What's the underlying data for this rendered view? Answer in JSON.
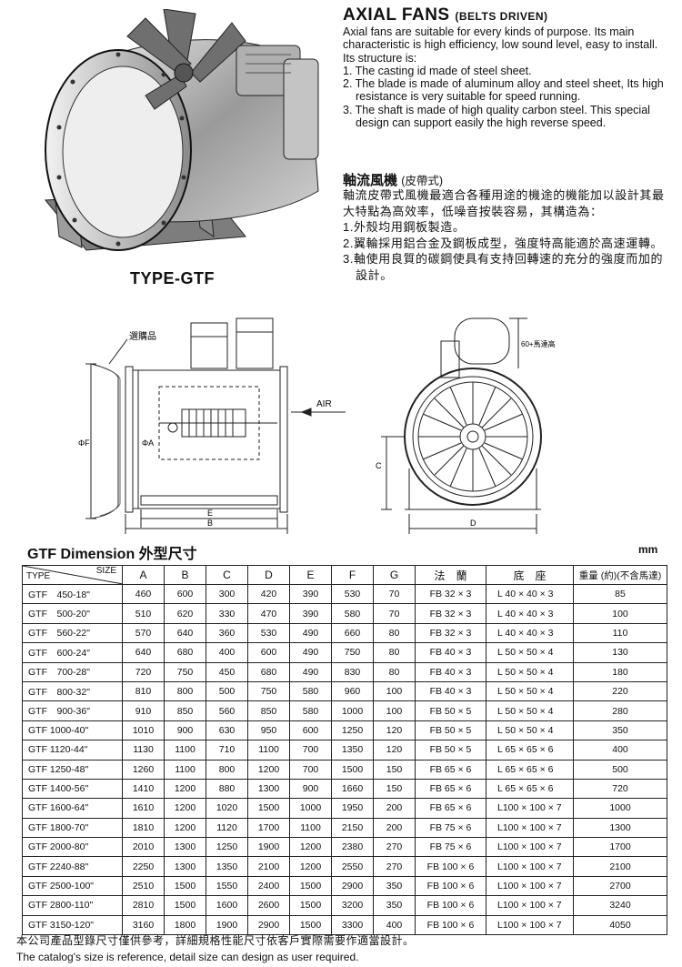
{
  "header": {
    "title": "AXIAL FANS",
    "subtitle": "(BELTS DRIVEN)",
    "intro": "Axial fans are suitable for every kinds of purpose. Its main characteristic is high efficiency, low sound level, easy to install. Its structure is:",
    "points": [
      "1. The casting id made of steel sheet.",
      "2. The blade is made of aluminum alloy and steel sheet, Its high resistance is very suitable for speed running.",
      "3. The shaft is made of high quality carbon steel. This special design can support easily the high reverse speed."
    ]
  },
  "header_zh": {
    "title": "軸流風機",
    "subtitle": "(皮帶式)",
    "intro": "軸流皮帶式風機最適合各種用途的機途的機能加以設計其最大特點為高效率，低噪音按裝容易，其構造為：",
    "points": [
      "1.外殼均用鋼板製造。",
      "2.翼輪採用鋁合金及鋼板成型，強度特高能適於高速運轉。",
      "3.軸使用良質的碳鋼使具有支持回轉速的充分的強度而加的設計。"
    ]
  },
  "photo": {
    "type_label": "TYPE-GTF"
  },
  "drawing": {
    "inlet_label": "選購品",
    "air_label": "AIR",
    "motor_note": "60+馬達高",
    "dim_f": "ΦF",
    "dim_a": "ΦA",
    "dim_e": "E",
    "dim_b": "B",
    "dim_c": "C",
    "dim_d": "D"
  },
  "table": {
    "title": "GTF Dimension 外型尺寸",
    "unit": "mm",
    "corner_type": "TYPE",
    "corner_size": "SIZE",
    "headers": [
      "A",
      "B",
      "C",
      "D",
      "E",
      "F",
      "G",
      "法　蘭",
      "底　座",
      "重量 (約)(不含馬達)"
    ],
    "rows": [
      [
        "GTF　450-18\"",
        "460",
        "600",
        "300",
        "420",
        "390",
        "530",
        "70",
        "FB 32 × 3",
        "L 40 × 40 × 3",
        "85"
      ],
      [
        "GTF　500-20\"",
        "510",
        "620",
        "330",
        "470",
        "390",
        "580",
        "70",
        "FB 32 × 3",
        "L 40 × 40 × 3",
        "100"
      ],
      [
        "GTF　560-22\"",
        "570",
        "640",
        "360",
        "530",
        "490",
        "660",
        "80",
        "FB 32 × 3",
        "L 40 × 40 × 3",
        "110"
      ],
      [
        "GTF　600-24\"",
        "640",
        "680",
        "400",
        "600",
        "490",
        "750",
        "80",
        "FB 40 × 3",
        "L 50 × 50 × 4",
        "130"
      ],
      [
        "GTF　700-28\"",
        "720",
        "750",
        "450",
        "680",
        "490",
        "830",
        "80",
        "FB 40 × 3",
        "L 50 × 50 × 4",
        "180"
      ],
      [
        "GTF　800-32\"",
        "810",
        "800",
        "500",
        "750",
        "580",
        "960",
        "100",
        "FB 40 × 3",
        "L 50 × 50 × 4",
        "220"
      ],
      [
        "GTF　900-36\"",
        "910",
        "850",
        "560",
        "850",
        "580",
        "1000",
        "100",
        "FB 50 × 5",
        "L 50 × 50 × 4",
        "280"
      ],
      [
        "GTF 1000-40\"",
        "1010",
        "900",
        "630",
        "950",
        "600",
        "1250",
        "120",
        "FB 50 × 5",
        "L 50 × 50 × 4",
        "350"
      ],
      [
        "GTF 1120-44\"",
        "1130",
        "1100",
        "710",
        "1100",
        "700",
        "1350",
        "120",
        "FB 50 × 5",
        "L 65 × 65 × 6",
        "400"
      ],
      [
        "GTF 1250-48\"",
        "1260",
        "1100",
        "800",
        "1200",
        "700",
        "1500",
        "150",
        "FB 65 × 6",
        "L 65 × 65 × 6",
        "500"
      ],
      [
        "GTF 1400-56\"",
        "1410",
        "1200",
        "880",
        "1300",
        "900",
        "1660",
        "150",
        "FB 65 × 6",
        "L 65 × 65 × 6",
        "720"
      ],
      [
        "GTF 1600-64\"",
        "1610",
        "1200",
        "1020",
        "1500",
        "1000",
        "1950",
        "200",
        "FB 65 × 6",
        "L100 × 100 × 7",
        "1000"
      ],
      [
        "GTF 1800-70\"",
        "1810",
        "1200",
        "1120",
        "1700",
        "1100",
        "2150",
        "200",
        "FB 75 × 6",
        "L100 × 100 × 7",
        "1300"
      ],
      [
        "GTF 2000-80\"",
        "2010",
        "1300",
        "1250",
        "1900",
        "1200",
        "2380",
        "270",
        "FB 75 × 6",
        "L100 × 100 × 7",
        "1700"
      ],
      [
        "GTF 2240-88\"",
        "2250",
        "1300",
        "1350",
        "2100",
        "1200",
        "2550",
        "270",
        "FB 100 × 6",
        "L100 × 100 × 7",
        "2100"
      ],
      [
        "GTF 2500-100\"",
        "2510",
        "1500",
        "1550",
        "2400",
        "1500",
        "2900",
        "350",
        "FB 100 × 6",
        "L100 × 100 × 7",
        "2700"
      ],
      [
        "GTF 2800-110\"",
        "2810",
        "1500",
        "1600",
        "2600",
        "1500",
        "3200",
        "350",
        "FB 100 × 6",
        "L100 × 100 × 7",
        "3240"
      ],
      [
        "GTF 3150-120\"",
        "3160",
        "1800",
        "1900",
        "2900",
        "1500",
        "3300",
        "400",
        "FB 100 × 6",
        "L100 × 100 × 7",
        "4050"
      ]
    ]
  },
  "footer": {
    "note_zh": "本公司產品型錄尺寸僅供參考，詳細規格性能尺寸依客戶實際需要作適當設計。",
    "note_en": "The catalog's size is reference, detail size can design as user required."
  }
}
